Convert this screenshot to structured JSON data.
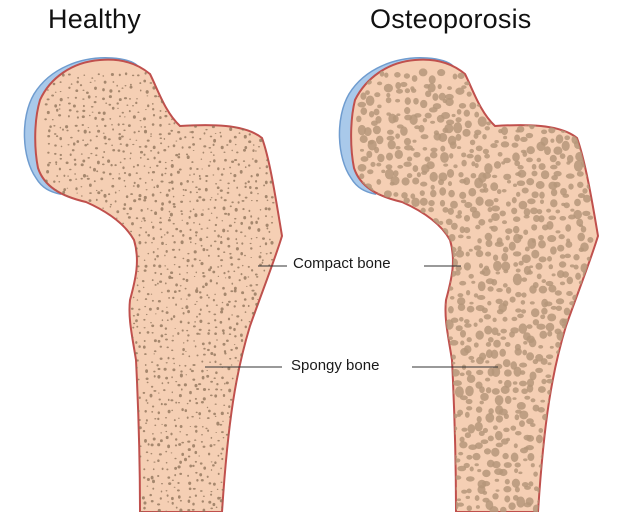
{
  "titles": {
    "healthy": "Healthy",
    "osteoporosis": "Osteoporosis"
  },
  "labels": {
    "compact_bone": "Compact bone",
    "spongy_bone": "Spongy bone"
  },
  "colors": {
    "bone_fill": "#f5cfb4",
    "bone_outline": "#c0504d",
    "cartilage": "#a9c9ea",
    "cartilage_edge": "#6f9ccf",
    "healthy_pore": "#8a6f55",
    "osteo_pore": "#b5967a",
    "leader_line": "#333333"
  }
}
